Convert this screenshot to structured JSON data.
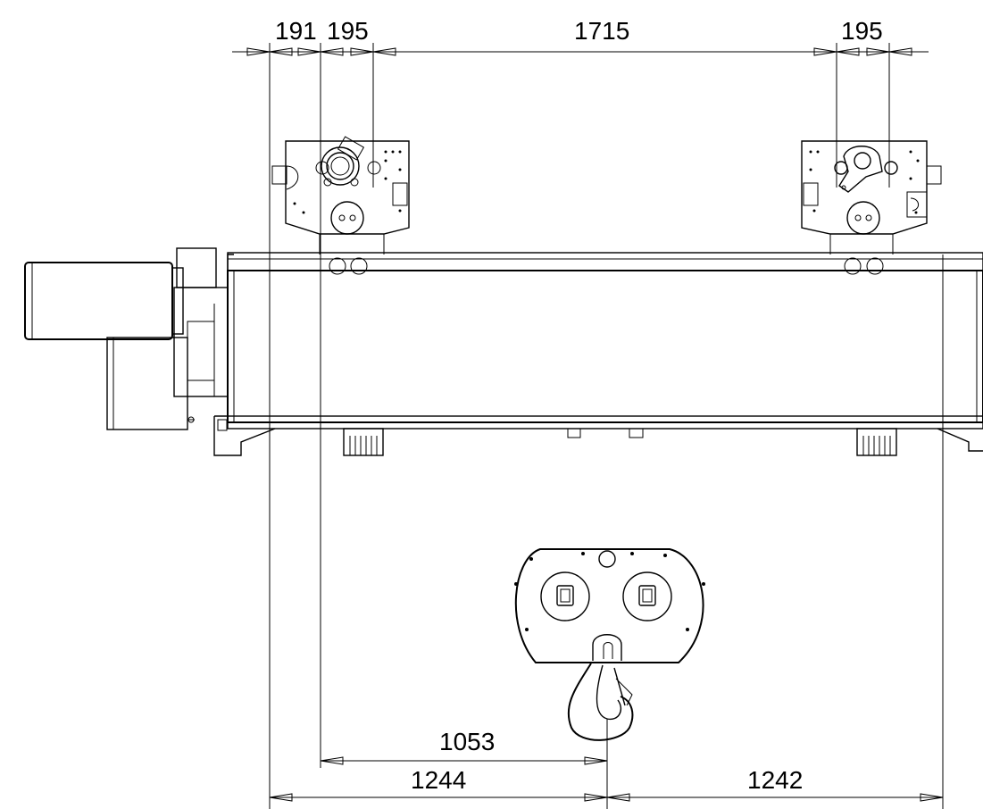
{
  "dimensions": {
    "top_left_offset": "191",
    "top_left_wheel": "195",
    "top_span": "1715",
    "top_right_wheel": "195",
    "hook_offset": "1053",
    "bottom_left": "1244",
    "bottom_right": "1242"
  },
  "colors": {
    "line": "#000000",
    "background": "#ffffff"
  }
}
